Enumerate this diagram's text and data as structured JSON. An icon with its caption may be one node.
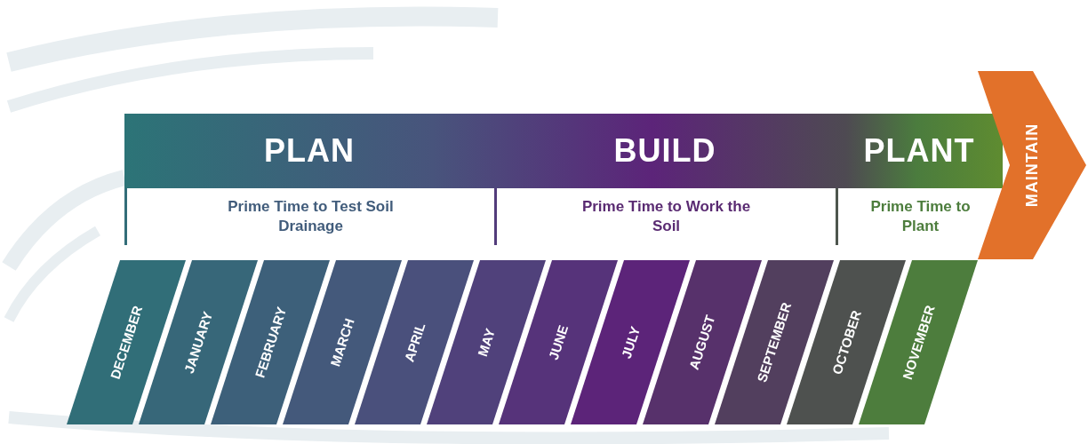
{
  "diagram": {
    "nodes": [
      {
        "text": [
          "PLAN",
          "Prime Time to Test Soil Drainage"
        ]
      },
      {
        "text": [
          "BUILD",
          "Prime Time to Work the Soil"
        ]
      },
      {
        "text": [
          "PLANT",
          "Prime Time to Plant"
        ]
      },
      {
        "text": [
          "MAINTAIN"
        ]
      },
      {
        "text": [
          "DECEMBER"
        ]
      },
      {
        "text": [
          "JANUARY"
        ]
      },
      {
        "text": [
          "FEBRUARY"
        ]
      },
      {
        "text": [
          "MARCH"
        ]
      },
      {
        "text": [
          "APRIL"
        ]
      },
      {
        "text": [
          "MAY"
        ]
      },
      {
        "text": [
          "JUNE"
        ]
      },
      {
        "text": [
          "JULY"
        ]
      },
      {
        "text": [
          "AUGUST"
        ]
      },
      {
        "text": [
          "SEPTEMBER"
        ]
      },
      {
        "text": [
          "OCTOBER"
        ]
      },
      {
        "text": [
          "NOVEMBER"
        ]
      }
    ],
    "edges": []
  }
}
